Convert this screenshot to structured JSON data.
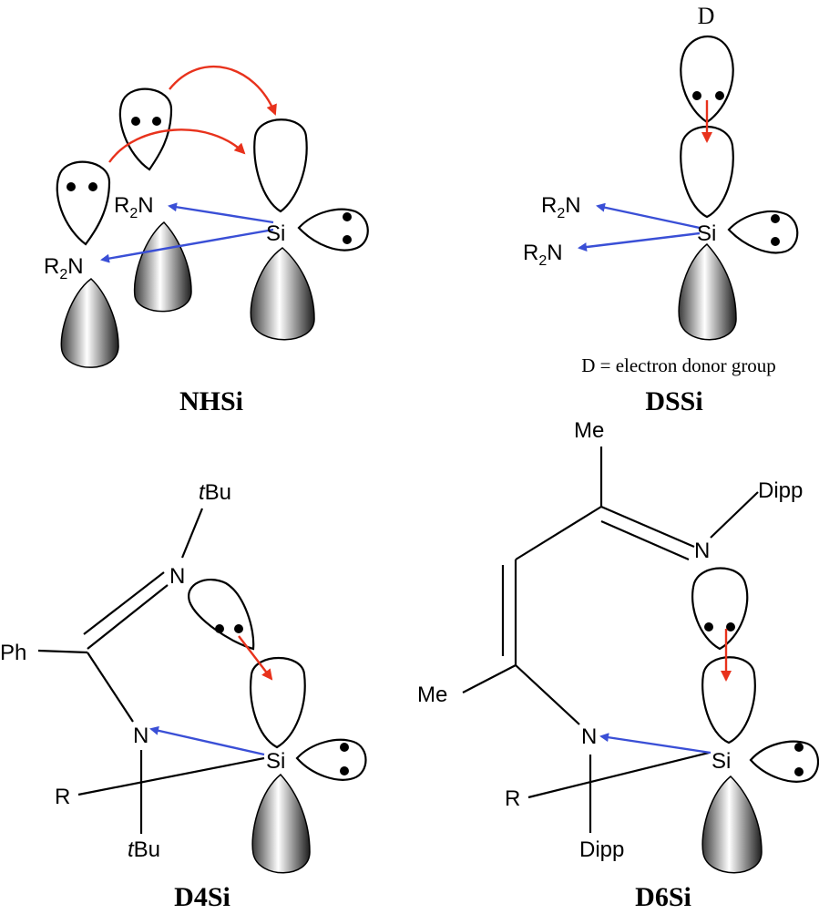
{
  "labels": {
    "nhsi": {
      "r2n_top": "R",
      "r2n_top_sub": "2",
      "r2n_top_n": "N",
      "r2n_bot": "R",
      "r2n_bot_sub": "2",
      "r2n_bot_n": "N",
      "si": "Si"
    },
    "dssi": {
      "d": "D",
      "r2n_top": "R",
      "r2n_top_sub": "2",
      "r2n_top_n": "N",
      "r2n_bot": "R",
      "r2n_bot_sub": "2",
      "r2n_bot_n": "N",
      "si": "Si"
    },
    "d4si": {
      "tbu_top_t": "t",
      "tbu_top_bu": "Bu",
      "n_top": "N",
      "ph": "Ph",
      "n_bot": "N",
      "r": "R",
      "tbu_bot_t": "t",
      "tbu_bot_bu": "Bu",
      "si": "Si"
    },
    "d6si": {
      "me_top": "Me",
      "dipp_top": "Dipp",
      "n_top": "N",
      "me_left": "Me",
      "n_bot": "N",
      "r": "R",
      "dipp_bot": "Dipp",
      "si": "Si"
    }
  },
  "captions": {
    "nhsi": "NHSi",
    "dssi": "DSSi",
    "d4si": "D4Si",
    "d6si": "D6Si"
  },
  "note": "D = electron donor group",
  "colors": {
    "sigma_donation_arrow": "#3a4fd6",
    "lone_pair_donation_arrow": "#e8321c"
  }
}
